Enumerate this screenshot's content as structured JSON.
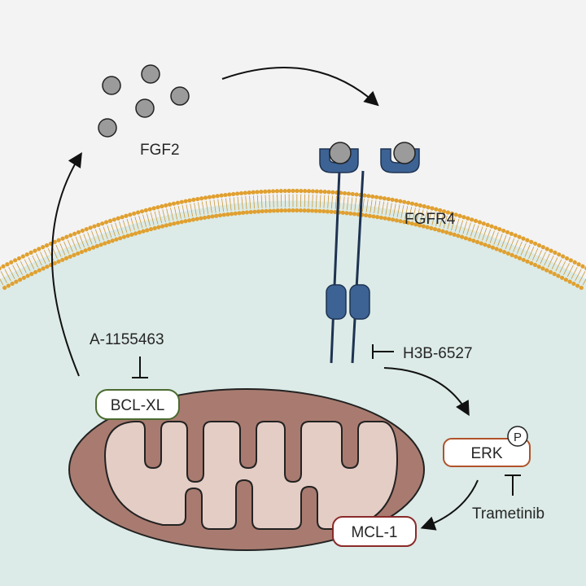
{
  "ligand": {
    "label": "FGF2"
  },
  "receptor": {
    "label": "FGFR4"
  },
  "inhibitors": {
    "bclxl_inhibitor": "A-1155463",
    "fgfr4_inhibitor": "H3B-6527",
    "mek_inhibitor": "Trametinib"
  },
  "proteins": {
    "bclxl": "BCL-XL",
    "erk": "ERK",
    "phospho": "P",
    "mcl1": "MCL-1"
  },
  "colors": {
    "background": "#f3f3f3",
    "cytoplasm": "#dcebe7",
    "membrane_head": "#e0a030",
    "receptor": "#3d6395",
    "receptor_dark": "#1e3352",
    "ligand": "#9b9b9b",
    "mito_outer": "#a97b70",
    "mito_inner": "#e4cdc5",
    "bclxl_border": "#4a6a30",
    "erk_border": "#b0522a",
    "mcl1_border": "#8a2a2a"
  },
  "icons": [
    "ligand-dot-icon",
    "receptor-icon",
    "mitochondrion-icon",
    "inhibition-tbar-icon",
    "arrow-icon"
  ]
}
